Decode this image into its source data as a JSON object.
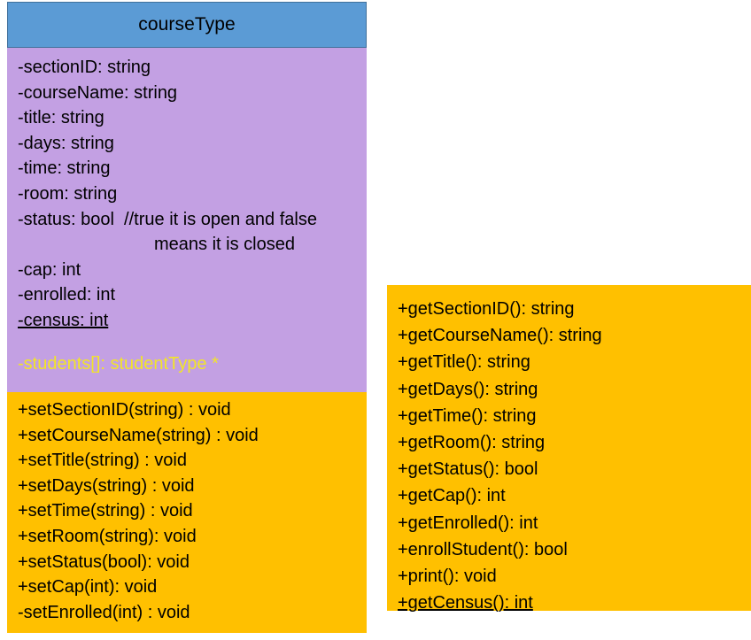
{
  "diagram": {
    "type": "uml-class-diagram",
    "colors": {
      "header_fill": "#5B9BD5",
      "header_border": "#41719C",
      "attributes_fill": "#C3A0E3",
      "operations_fill": "#FFC000",
      "text": "#000000",
      "highlight_text": "#F2E528"
    }
  },
  "class_box": {
    "title": "courseType",
    "attributes": [
      {
        "text": "-sectionID: string",
        "style": "normal"
      },
      {
        "text": "-courseName: string",
        "style": "normal"
      },
      {
        "text": "-title: string",
        "style": "normal"
      },
      {
        "text": "-days: string",
        "style": "normal"
      },
      {
        "text": "-time: string",
        "style": "normal"
      },
      {
        "text": "-room: string",
        "style": "normal"
      },
      {
        "text": "-status: bool  //true it is open and false",
        "style": "normal"
      },
      {
        "text": "means it is closed",
        "style": "continuation"
      },
      {
        "text": "-cap: int",
        "style": "normal"
      },
      {
        "text": "-enrolled: int",
        "style": "normal"
      },
      {
        "text": "-census: int",
        "style": "underline"
      },
      {
        "text": "",
        "style": "spacer"
      },
      {
        "text": "-students[]: studentType *",
        "style": "highlight"
      }
    ],
    "setters": [
      {
        "text": "+setSectionID(string) : void"
      },
      {
        "text": "+setCourseName(string) : void"
      },
      {
        "text": "+setTitle(string) : void"
      },
      {
        "text": "+setDays(string) : void"
      },
      {
        "text": "+setTime(string) : void"
      },
      {
        "text": "+setRoom(string): void"
      },
      {
        "text": "+setStatus(bool): void"
      },
      {
        "text": "+setCap(int): void"
      },
      {
        "text": "-setEnrolled(int) : void"
      }
    ]
  },
  "getters_box": {
    "methods": [
      {
        "text": "+getSectionID(): string",
        "style": "normal"
      },
      {
        "text": "+getCourseName(): string",
        "style": "normal"
      },
      {
        "text": "+getTitle(): string",
        "style": "normal"
      },
      {
        "text": "+getDays(): string",
        "style": "normal"
      },
      {
        "text": "+getTime(): string",
        "style": "normal"
      },
      {
        "text": "+getRoom(): string",
        "style": "normal"
      },
      {
        "text": "+getStatus(): bool",
        "style": "normal"
      },
      {
        "text": "+getCap(): int",
        "style": "normal"
      },
      {
        "text": "+getEnrolled(): int",
        "style": "normal"
      },
      {
        "text": "+enrollStudent(): bool",
        "style": "normal"
      },
      {
        "text": "+print(): void",
        "style": "normal"
      },
      {
        "text": "+getCensus(): int",
        "style": "underline"
      }
    ]
  }
}
